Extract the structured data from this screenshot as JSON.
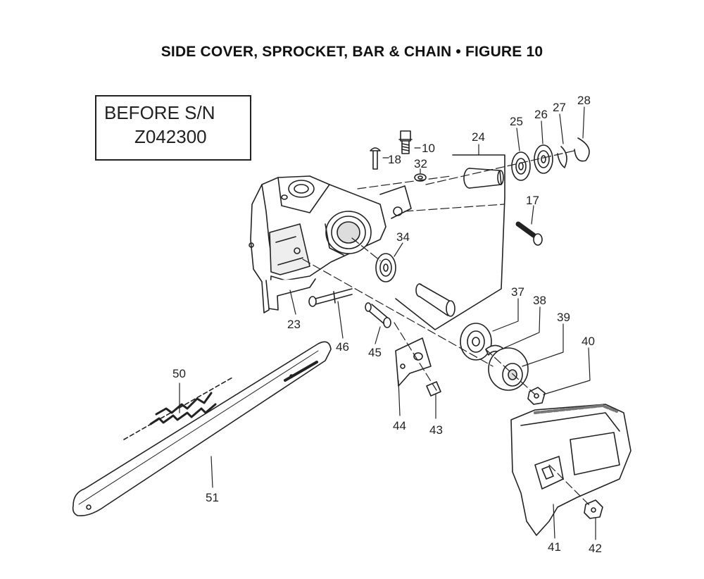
{
  "title": "SIDE COVER, SPROCKET, BAR & CHAIN  • FIGURE 10",
  "serial_box": {
    "line1": "BEFORE S/N",
    "line2": "Z042300"
  },
  "parts": {
    "p10": "10",
    "p17": "17",
    "p18": "18",
    "p23": "23",
    "p24": "24",
    "p25": "25",
    "p26": "26",
    "p27": "27",
    "p28": "28",
    "p32": "32",
    "p34": "34",
    "p37": "37",
    "p38": "38",
    "p39": "39",
    "p40": "40",
    "p41": "41",
    "p42": "42",
    "p43": "43",
    "p44": "44",
    "p45": "45",
    "p46": "46",
    "p50": "50",
    "p51": "51"
  },
  "colors": {
    "ink": "#222222",
    "paper": "#ffffff",
    "shade": "#bbbbbb"
  }
}
